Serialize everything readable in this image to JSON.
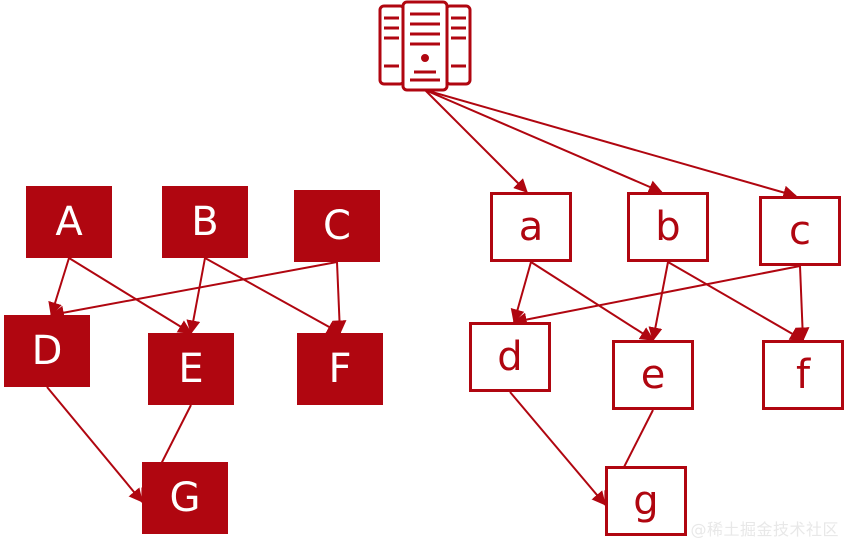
{
  "colors": {
    "accent": "#b00610"
  },
  "server_icon": "server-icon",
  "left_graph": {
    "nodes": [
      {
        "id": "A",
        "label": "A"
      },
      {
        "id": "B",
        "label": "B"
      },
      {
        "id": "C",
        "label": "C"
      },
      {
        "id": "D",
        "label": "D"
      },
      {
        "id": "E",
        "label": "E"
      },
      {
        "id": "F",
        "label": "F"
      },
      {
        "id": "G",
        "label": "G"
      }
    ],
    "edges": [
      [
        "A",
        "D"
      ],
      [
        "A",
        "E"
      ],
      [
        "B",
        "E"
      ],
      [
        "B",
        "F"
      ],
      [
        "C",
        "D"
      ],
      [
        "C",
        "F"
      ],
      [
        "D",
        "G"
      ],
      [
        "E",
        "G"
      ]
    ]
  },
  "right_graph": {
    "nodes": [
      {
        "id": "a",
        "label": "a"
      },
      {
        "id": "b",
        "label": "b"
      },
      {
        "id": "c",
        "label": "c"
      },
      {
        "id": "d",
        "label": "d"
      },
      {
        "id": "e",
        "label": "e"
      },
      {
        "id": "f",
        "label": "f"
      },
      {
        "id": "g",
        "label": "g"
      }
    ],
    "edges": [
      [
        "server",
        "a"
      ],
      [
        "server",
        "b"
      ],
      [
        "server",
        "c"
      ],
      [
        "a",
        "d"
      ],
      [
        "a",
        "e"
      ],
      [
        "b",
        "e"
      ],
      [
        "b",
        "f"
      ],
      [
        "c",
        "d"
      ],
      [
        "c",
        "f"
      ],
      [
        "d",
        "g"
      ],
      [
        "e",
        "g"
      ]
    ]
  },
  "watermark": "@稀土掘金技术社区"
}
